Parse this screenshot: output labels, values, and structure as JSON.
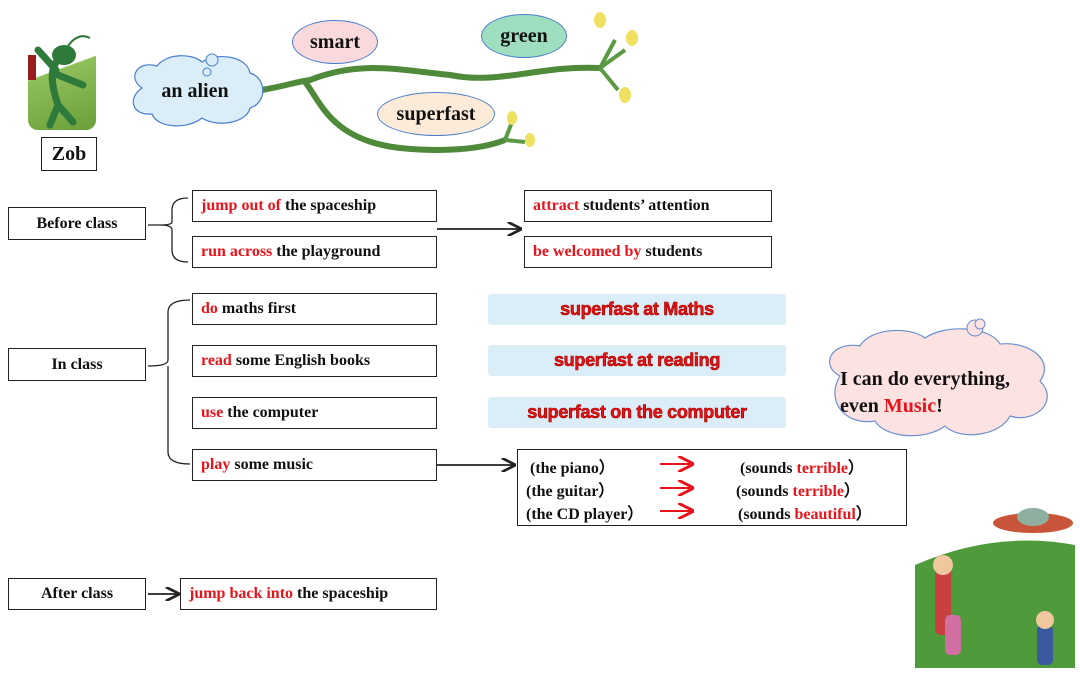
{
  "mindmap": {
    "name": "Zob",
    "center": "an alien",
    "traits": [
      "smart",
      "green",
      "superfast"
    ]
  },
  "before": {
    "label": "Before class",
    "actions": [
      {
        "verb": "jump out of",
        "rest": " the spaceship"
      },
      {
        "verb": "run across",
        "rest": " the playground"
      }
    ],
    "results": [
      {
        "verb": "attract",
        "rest": " students’ attention"
      },
      {
        "verb": "be welcomed by",
        "rest": " students"
      }
    ]
  },
  "in": {
    "label": "In class",
    "actions": [
      {
        "verb": "do",
        "rest": " maths first"
      },
      {
        "verb": "read",
        "rest": " some English books"
      },
      {
        "verb": "use",
        "rest": " the computer"
      },
      {
        "verb": "play",
        "rest": " some music"
      }
    ],
    "results": [
      "superfast at Maths",
      "superfast at reading",
      "superfast on the computer"
    ],
    "music": [
      {
        "item": "(the piano）",
        "pre": "(sounds ",
        "word": "terrible",
        "post": "）"
      },
      {
        "item": "(the guitar）",
        "pre": "(sounds ",
        "word": "terrible",
        "post": "）"
      },
      {
        "item": "(the CD player）",
        "pre": "(sounds ",
        "word": "beautiful",
        "post": "）"
      }
    ]
  },
  "after": {
    "label": "After class",
    "action": {
      "verb": "jump back into",
      "rest": " the spaceship"
    }
  },
  "thought": {
    "line1": "I can do everything,",
    "line2_pre": "even ",
    "line2_word": "Music",
    "line2_post": "!"
  },
  "colors": {
    "accent": "#e8141b",
    "bar": "#dbeef8"
  }
}
